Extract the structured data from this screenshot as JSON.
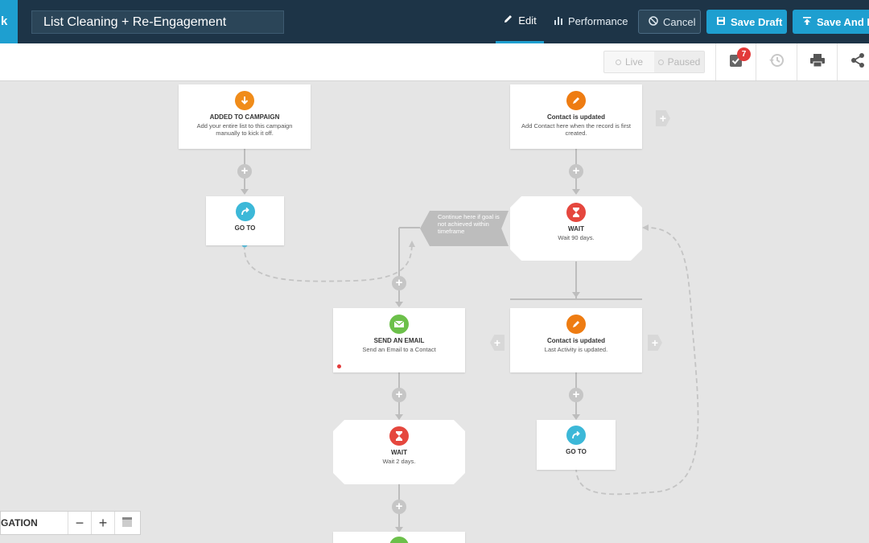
{
  "header": {
    "back_label": "k",
    "campaign_name": "List Cleaning + Re-Engagement",
    "tabs": [
      {
        "label": "Edit",
        "icon": "pencil-icon",
        "active": true
      },
      {
        "label": "Performance",
        "icon": "bar-chart-icon",
        "active": false
      }
    ],
    "buttons": {
      "cancel": "Cancel",
      "save_draft": "Save Draft",
      "save_publish": "Save And P"
    },
    "accent_color": "#1e9fd0"
  },
  "toolbar": {
    "status": {
      "live": "Live",
      "paused": "Paused"
    },
    "tasks_badge": "7",
    "icons": [
      "tasks-icon",
      "history-icon",
      "print-icon",
      "share-icon"
    ]
  },
  "flow": {
    "nodes": {
      "added_to_campaign": {
        "title": "ADDED TO CAMPAIGN",
        "desc": "Add your entire list to this campaign manually to kick it off.",
        "icon": "trigger-icon",
        "color": "#f08c1a"
      },
      "contact_updated_1": {
        "title": "Contact is updated",
        "desc": "Add Contact here when the record is first created.",
        "icon": "contact-update-icon",
        "color": "#ee7c12"
      },
      "goto_1": {
        "title": "GO TO",
        "icon": "goto-icon",
        "color": "#3cb8d8"
      },
      "wait_90": {
        "title": "WAIT",
        "desc": "Wait 90 days.",
        "icon": "hourglass-icon",
        "color": "#e5473e"
      },
      "goal_tag": "Continue here if goal is not achieved within timeframe",
      "send_email": {
        "title": "SEND AN EMAIL",
        "desc": "Send an Email to a Contact",
        "icon": "email-icon",
        "color": "#6cc04a"
      },
      "contact_updated_2": {
        "title": "Contact is updated",
        "desc": "Last Activity is updated.",
        "icon": "contact-update-icon",
        "color": "#ee7c12"
      },
      "wait_2": {
        "title": "WAIT",
        "desc": "Wait 2 days.",
        "icon": "hourglass-icon",
        "color": "#e5473e"
      },
      "goto_2": {
        "title": "GO TO",
        "icon": "goto-icon",
        "color": "#3cb8d8"
      }
    }
  },
  "zoom": {
    "label": "GATION",
    "minus": "−",
    "plus": "+"
  }
}
